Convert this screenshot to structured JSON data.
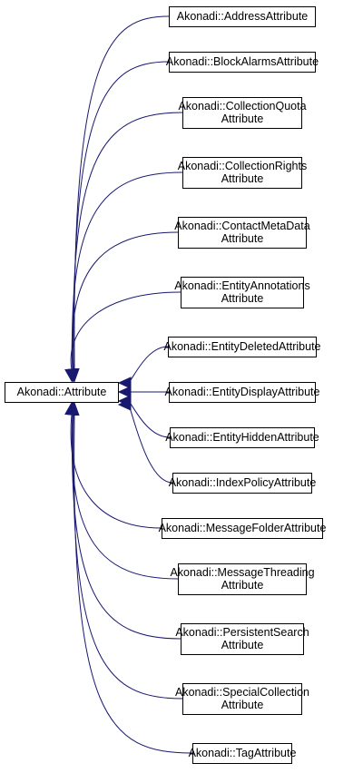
{
  "base_class": {
    "lines": [
      "Akonadi::Attribute"
    ]
  },
  "derived_classes": [
    {
      "lines": [
        "Akonadi::AddressAttribute"
      ]
    },
    {
      "lines": [
        "Akonadi::BlockAlarmsAttribute"
      ]
    },
    {
      "lines": [
        "Akonadi::CollectionQuota",
        "Attribute"
      ]
    },
    {
      "lines": [
        "Akonadi::CollectionRights",
        "Attribute"
      ]
    },
    {
      "lines": [
        "Akonadi::ContactMetaData",
        "Attribute"
      ]
    },
    {
      "lines": [
        "Akonadi::EntityAnnotations",
        "Attribute"
      ]
    },
    {
      "lines": [
        "Akonadi::EntityDeletedAttribute"
      ]
    },
    {
      "lines": [
        "Akonadi::EntityDisplayAttribute"
      ]
    },
    {
      "lines": [
        "Akonadi::EntityHiddenAttribute"
      ]
    },
    {
      "lines": [
        "Akonadi::IndexPolicyAttribute"
      ]
    },
    {
      "lines": [
        "Akonadi::MessageFolderAttribute"
      ]
    },
    {
      "lines": [
        "Akonadi::MessageThreading",
        "Attribute"
      ]
    },
    {
      "lines": [
        "Akonadi::PersistentSearch",
        "Attribute"
      ]
    },
    {
      "lines": [
        "Akonadi::SpecialCollection",
        "Attribute"
      ]
    },
    {
      "lines": [
        "Akonadi::TagAttribute"
      ]
    }
  ],
  "colors": {
    "edge": "#191970",
    "node_border": "#000000",
    "node_fill": "#ffffff"
  }
}
